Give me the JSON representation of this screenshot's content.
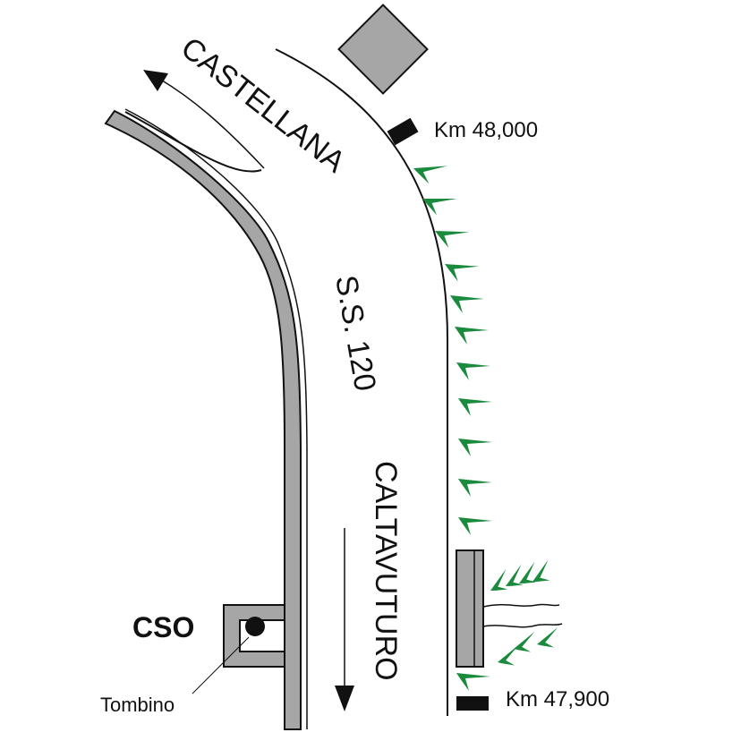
{
  "labels": {
    "direction_north": "CASTELLANA",
    "road_name": "S.S. 120",
    "direction_south": "CALTAVUTURO",
    "km_top": "Km 48,000",
    "km_bottom": "Km 47,900",
    "cso": "CSO",
    "tombino": "Tombino"
  },
  "colors": {
    "road_grey": "#a6a6a6",
    "vegetation": "#1a8a3c",
    "line": "#111111",
    "marker": "#111111"
  },
  "icons": {
    "vegetation": "grass-tuft-icon",
    "km_marker": "km-marker-icon",
    "manhole": "manhole-icon",
    "arrow": "arrow-icon"
  }
}
